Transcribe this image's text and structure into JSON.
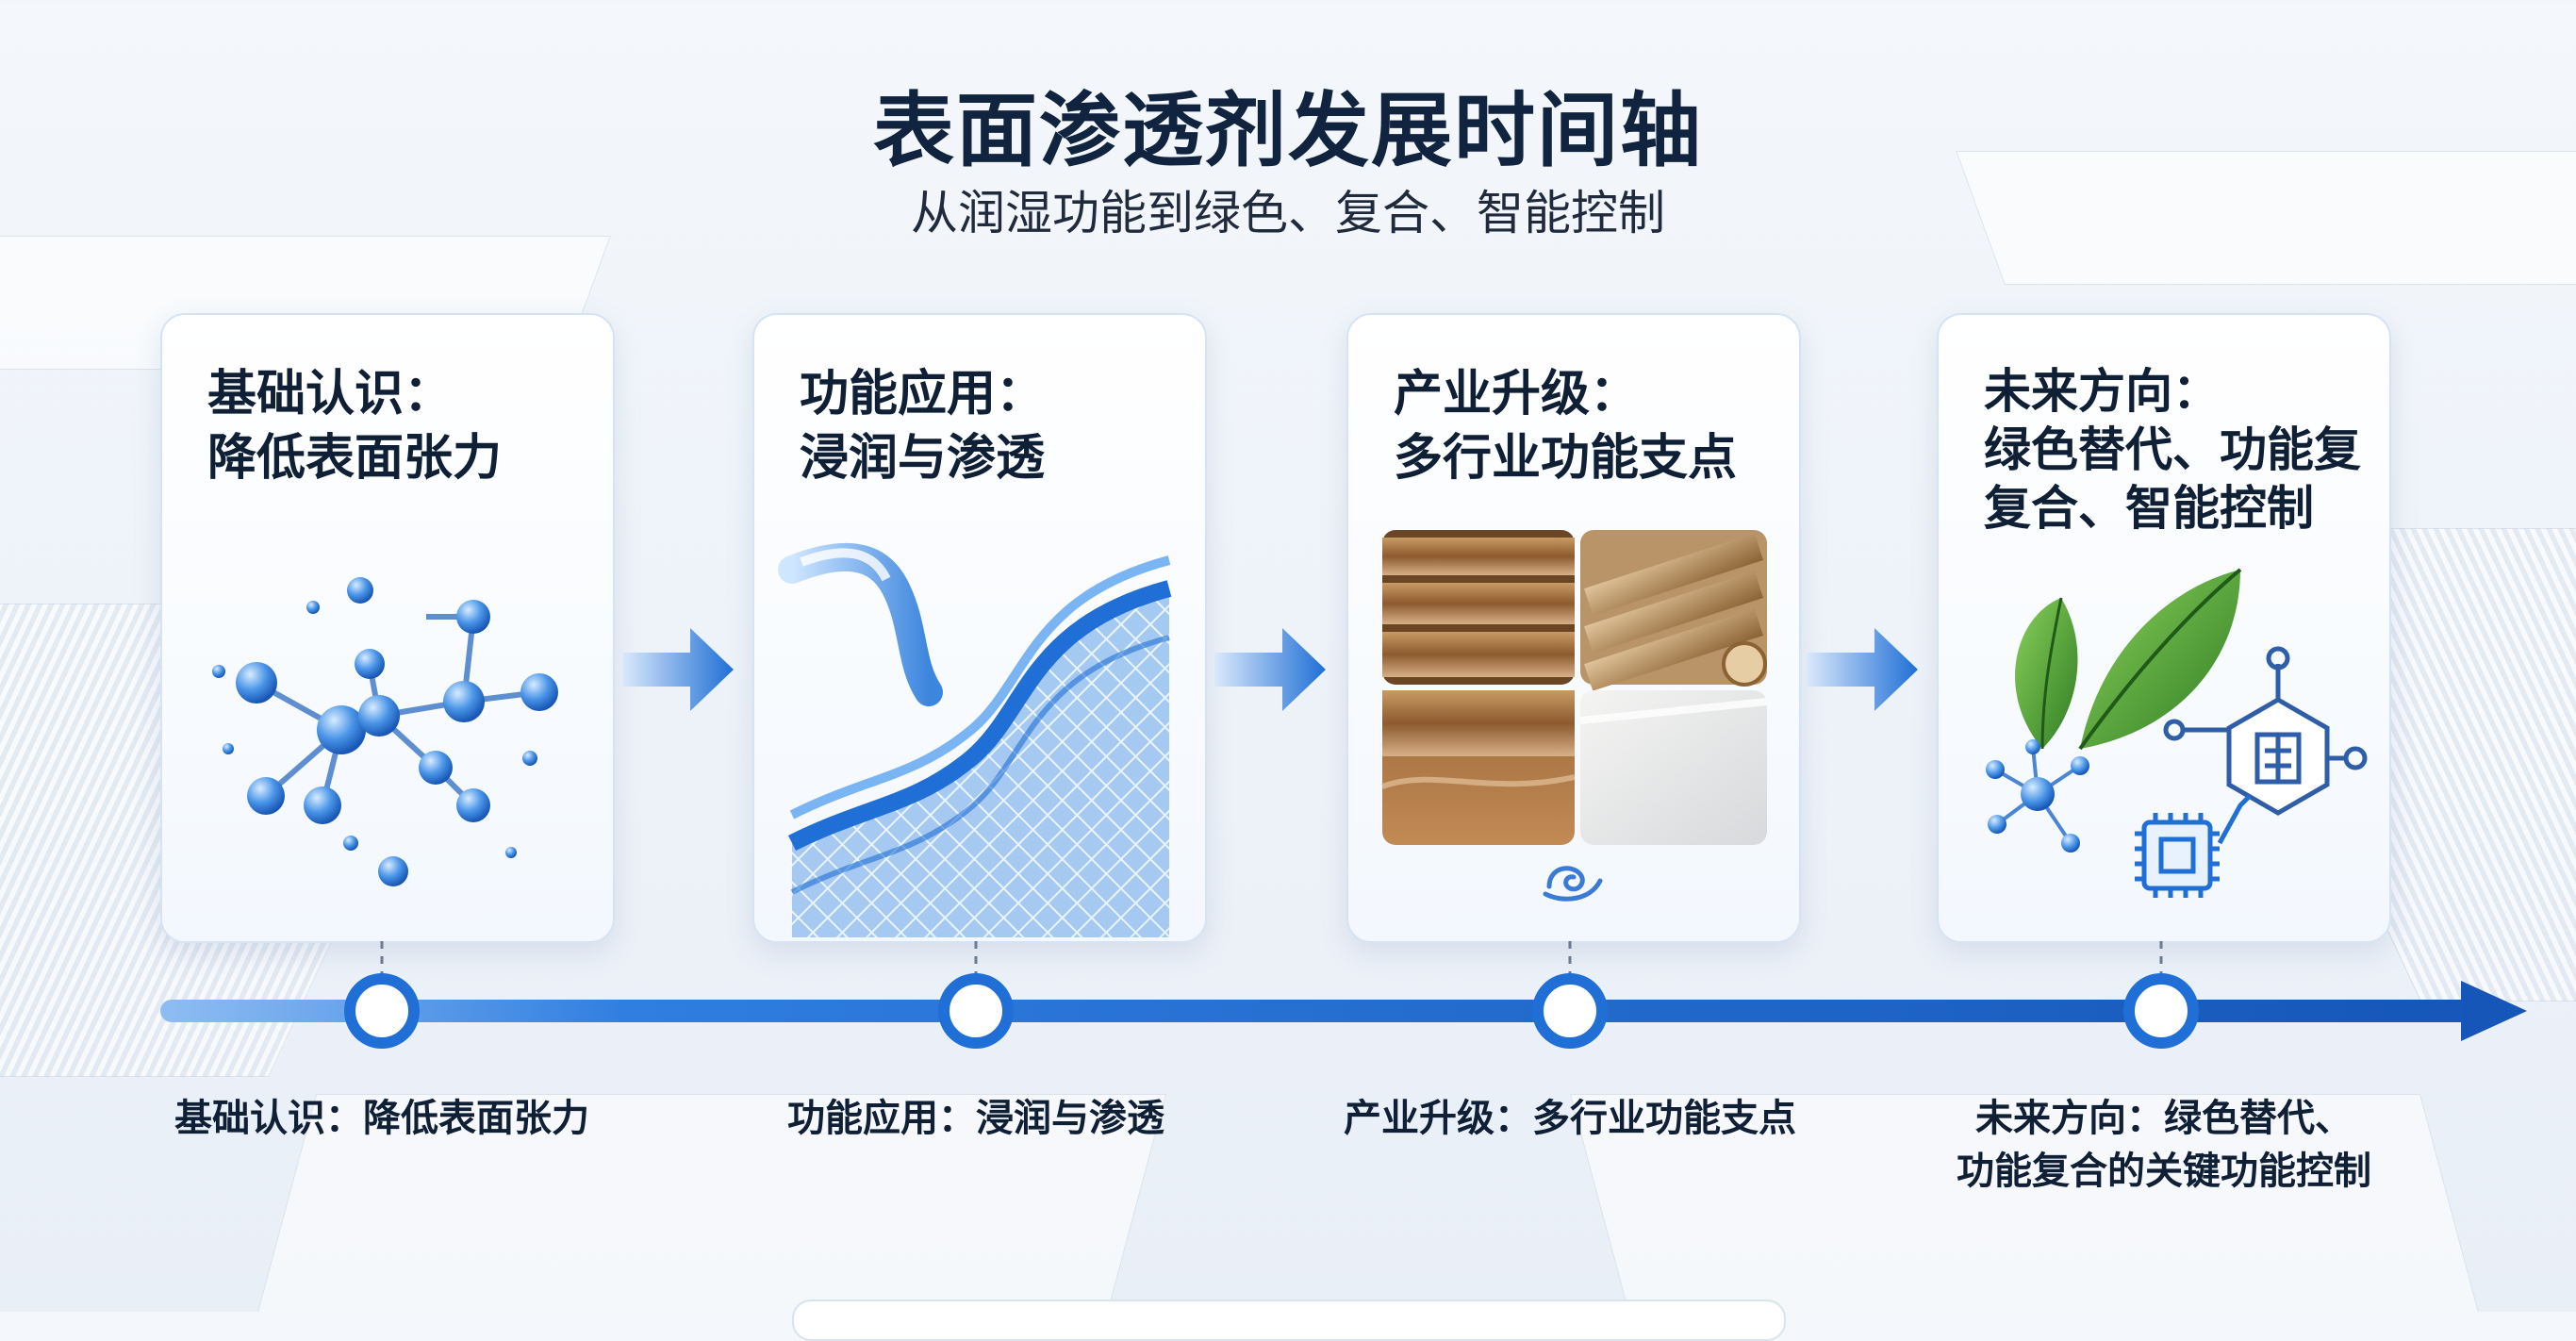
{
  "header": {
    "title": "表面渗透剂发展时间轴",
    "subtitle": "从润湿功能到绿色、复合、智能控制"
  },
  "stages": [
    {
      "title_line1": "基础认识：",
      "title_line2": "降低表面张力",
      "title_line3": "",
      "label_line1": "基础认识：降低表面张力",
      "label_line2": ""
    },
    {
      "title_line1": "功能应用：",
      "title_line2": "浸润与渗透",
      "title_line3": "",
      "label_line1": "功能应用：浸润与渗透",
      "label_line2": ""
    },
    {
      "title_line1": "产业升级：",
      "title_line2": "多行业功能支点",
      "title_line3": "",
      "label_line1": "产业升级：多行业功能支点",
      "label_line2": ""
    },
    {
      "title_line1": "未来方向：",
      "title_line2": "绿色替代、功能复",
      "title_line3": "复合、智能控制",
      "label_line1": "未来方向：绿色替代、",
      "label_line2": "功能复合的关键功能控制"
    }
  ],
  "colors": {
    "accent": "#1f6fd6",
    "accent_light": "#5aa3f0",
    "title": "#10233f"
  }
}
